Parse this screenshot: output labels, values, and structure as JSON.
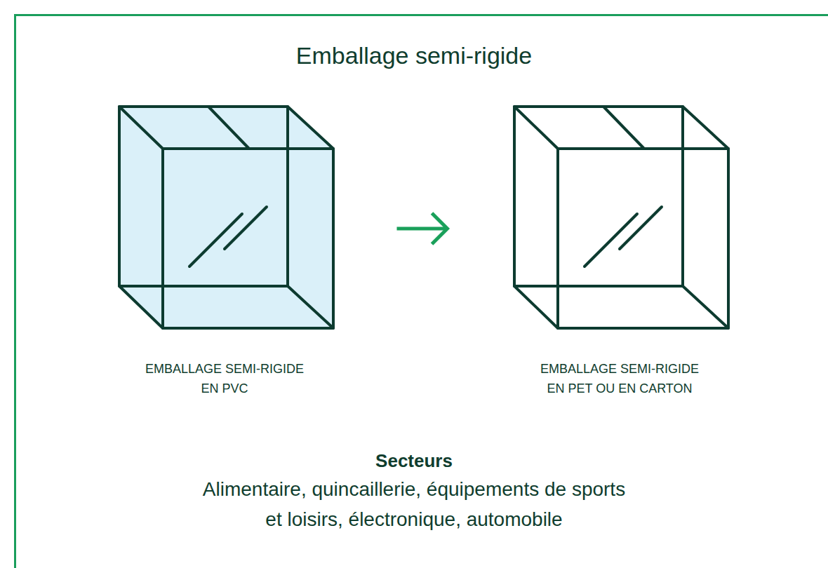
{
  "diagram": {
    "title": "Emballage semi-rigide",
    "nodes": [
      {
        "text": [
          "EMBALLAGE SEMI-RIGIDE EN PVC"
        ]
      },
      {
        "text": [
          "EMBALLAGE SEMI-RIGIDE EN PET OU EN CARTON"
        ]
      }
    ],
    "edges": [
      {
        "from": 0,
        "to": 1,
        "arrow": "to"
      }
    ],
    "labels": [
      "Secteurs",
      "Alimentaire, quincaillerie, équipements de sports et loisirs, électronique, automobile"
    ]
  }
}
